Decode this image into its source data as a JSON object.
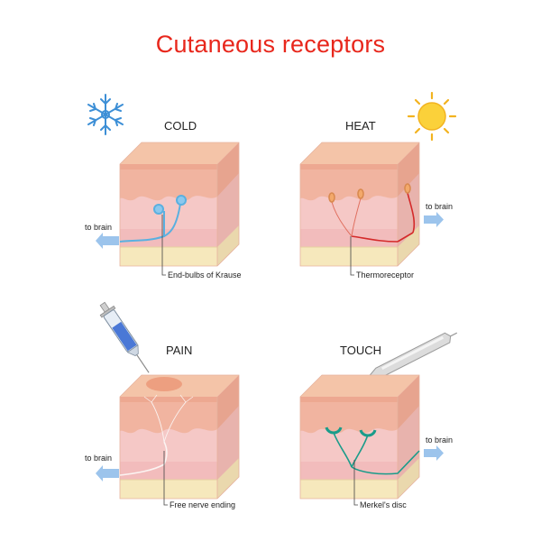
{
  "title": "Cutaneous receptors",
  "panels": {
    "cold": {
      "title": "COLD",
      "to_brain": "to brain",
      "callout": "End-bulbs of Krause",
      "icon": "snowflake-icon",
      "receptor_color": "#5ab0e0"
    },
    "heat": {
      "title": "HEAT",
      "to_brain": "to brain",
      "callout": "Thermoreceptor",
      "icon": "sun-icon",
      "receptor_color": "#d42a2a"
    },
    "pain": {
      "title": "PAIN",
      "to_brain": "to brain",
      "callout": "Free nerve ending",
      "icon": "syringe-icon",
      "receptor_color": "#f4f4f4"
    },
    "touch": {
      "title": "TOUCH",
      "to_brain": "to brain",
      "callout": "Merkel's disc",
      "icon": "stylus-icon",
      "receptor_color": "#1a9c8a"
    }
  },
  "colors": {
    "title": "#e8271c",
    "epidermis": "#f1b6a3",
    "dermis": "#f5c8c6",
    "subcutis": "#f4e6b8",
    "arrow": "#9cc4ec"
  }
}
